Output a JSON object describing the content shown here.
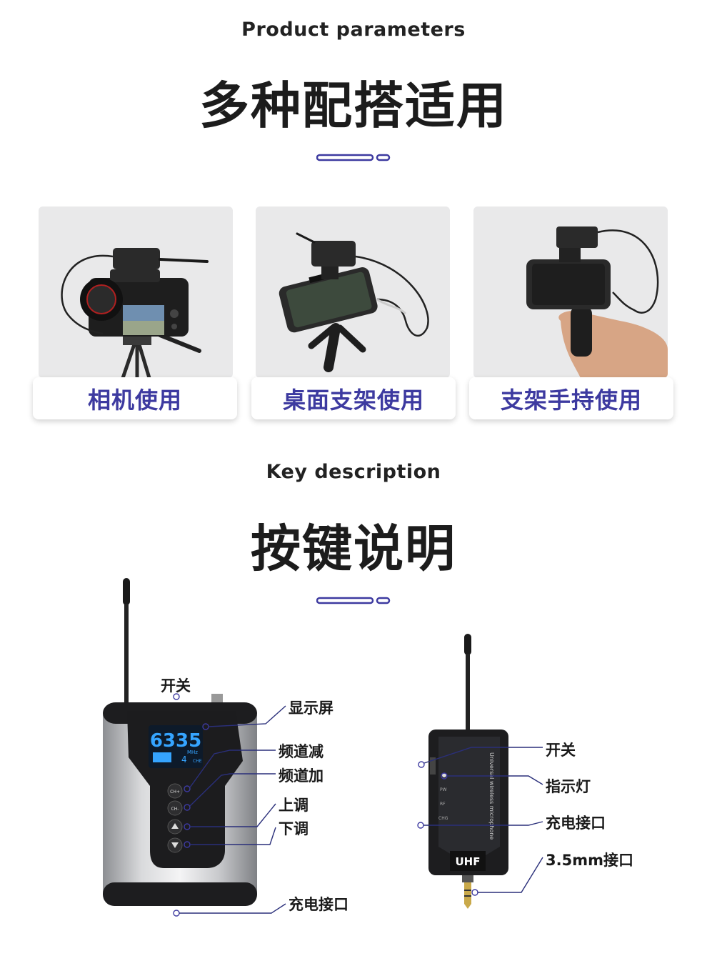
{
  "section1": {
    "subtitle": "Product  parameters",
    "title": "多种配搭适用",
    "cards": [
      {
        "label": "相机使用"
      },
      {
        "label": "桌面支架使用"
      },
      {
        "label": "支架手持使用"
      }
    ]
  },
  "section2": {
    "subtitle": "Key description",
    "title": "按键说明",
    "receiver": {
      "display_digits": "6335",
      "display_channel": "4",
      "display_unit": "MHz",
      "display_tag": "CHE",
      "buttons": [
        "CH+",
        "CH-"
      ],
      "labels": {
        "power": "开关",
        "display": "显示屏",
        "ch_down": "频道减",
        "ch_up": "频道加",
        "vol_up": "上调",
        "vol_down": "下调",
        "charge": "充电接口"
      }
    },
    "transmitter": {
      "brand": "UHF",
      "side_text": "Universal wireless microphone",
      "status": [
        "PW",
        "RF",
        "CHG"
      ],
      "labels": {
        "power": "开关",
        "indicator": "指示灯",
        "charge": "充电接口",
        "jack": "3.5mm接口"
      }
    }
  },
  "colors": {
    "accent": "#3d3aa0",
    "line": "#2a2f7a",
    "card_bg": "#e9e9ea"
  }
}
